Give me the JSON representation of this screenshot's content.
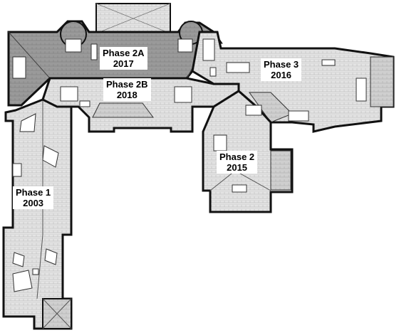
{
  "phases": [
    {
      "name": "Phase 2A",
      "year": "2017"
    },
    {
      "name": "Phase 2B",
      "year": "2018"
    },
    {
      "name": "Phase 3",
      "year": "2016"
    },
    {
      "name": "Phase 2",
      "year": "2015"
    },
    {
      "name": "Phase 1",
      "year": "2003"
    }
  ],
  "colors": {
    "roof_dark": "#9a9a9a",
    "roof_light": "#e2e2e2",
    "roof_mid": "#c6c6c6",
    "outline": "#111111",
    "label_bg": "#ffffff"
  }
}
